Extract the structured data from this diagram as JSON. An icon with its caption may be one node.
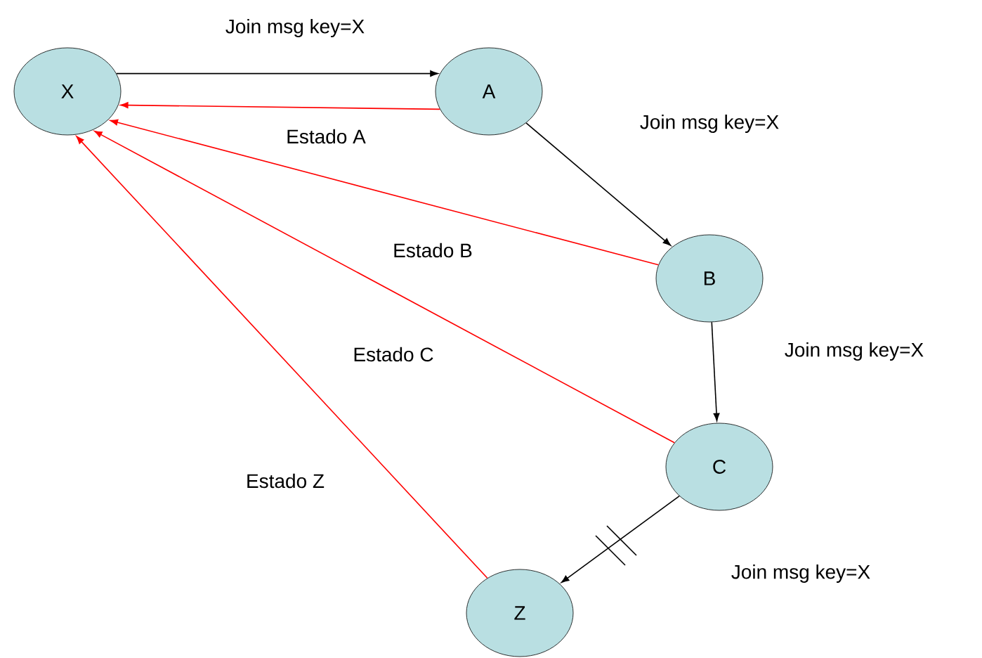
{
  "diagram": {
    "nodes": [
      {
        "text": [
          "X"
        ]
      },
      {
        "text": [
          "A"
        ]
      },
      {
        "text": [
          "B"
        ]
      },
      {
        "text": [
          "C"
        ]
      },
      {
        "text": [
          "Z"
        ]
      }
    ],
    "edges": [
      {
        "from": 0,
        "to": 1,
        "arrow": "to",
        "label": "Join msg key=X"
      },
      {
        "from": 1,
        "to": 0,
        "arrow": "to",
        "label": "Estado A",
        "color": "#ff0000"
      },
      {
        "from": 1,
        "to": 2,
        "arrow": "to",
        "label": "Join msg key=X"
      },
      {
        "from": 2,
        "to": 0,
        "arrow": "to",
        "label": "Estado B",
        "color": "#ff0000"
      },
      {
        "from": 2,
        "to": 3,
        "arrow": "to",
        "label": "Join msg key=X"
      },
      {
        "from": 3,
        "to": 0,
        "arrow": "to",
        "label": "Estado C",
        "color": "#ff0000"
      },
      {
        "from": 3,
        "to": 4,
        "arrow": "to",
        "label": "Join msg key=X"
      },
      {
        "from": 4,
        "to": 0,
        "arrow": "to",
        "label": "Estado Z",
        "color": "#ff0000"
      }
    ]
  }
}
